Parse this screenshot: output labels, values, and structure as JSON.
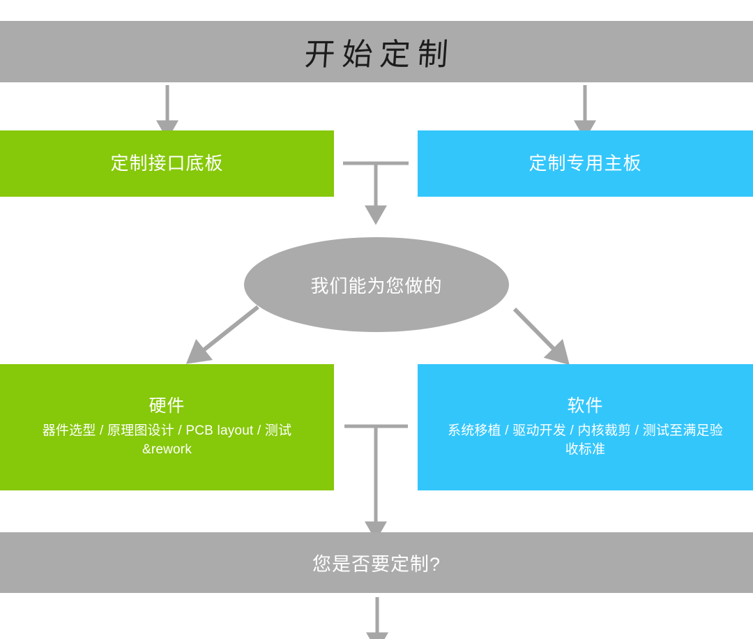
{
  "page": {
    "title": "开始定制",
    "bottom_question": "您是否要定制?",
    "colors": {
      "band_gray": "#ababab",
      "green": "#86c80a",
      "blue": "#33c6fb",
      "arrow_gray": "#a6a6a6",
      "text_white": "#ffffff",
      "title_text": "#1c1c1c",
      "background": "#ffffff"
    }
  },
  "nodes": {
    "start": {
      "label": "开始定制"
    },
    "interface_board": {
      "label": "定制接口底板"
    },
    "custom_mainboard": {
      "label": "定制专用主板"
    },
    "capability": {
      "label": "我们能为您做的"
    },
    "hardware": {
      "heading": "硬件",
      "detail": "器件选型 / 原理图设计 / PCB layout / 测试&rework"
    },
    "software": {
      "heading": "软件",
      "detail": "系统移植 / 驱动开发 / 内核裁剪 / 测试至满足验收标准"
    },
    "decision": {
      "label": "您是否要定制?"
    }
  },
  "connectors": [
    {
      "name": "start-to-interface-board",
      "type": "arrow-down"
    },
    {
      "name": "start-to-custom-mainboard",
      "type": "arrow-down"
    },
    {
      "name": "boards-merge-to-capability",
      "type": "tee-down-arrow"
    },
    {
      "name": "capability-to-hardware",
      "type": "arrow-diagonal-down-left"
    },
    {
      "name": "capability-to-software",
      "type": "arrow-diagonal-down-right"
    },
    {
      "name": "hardware-software-merge-to-decision",
      "type": "tee-down-arrow"
    },
    {
      "name": "decision-to-next",
      "type": "arrow-down"
    }
  ]
}
